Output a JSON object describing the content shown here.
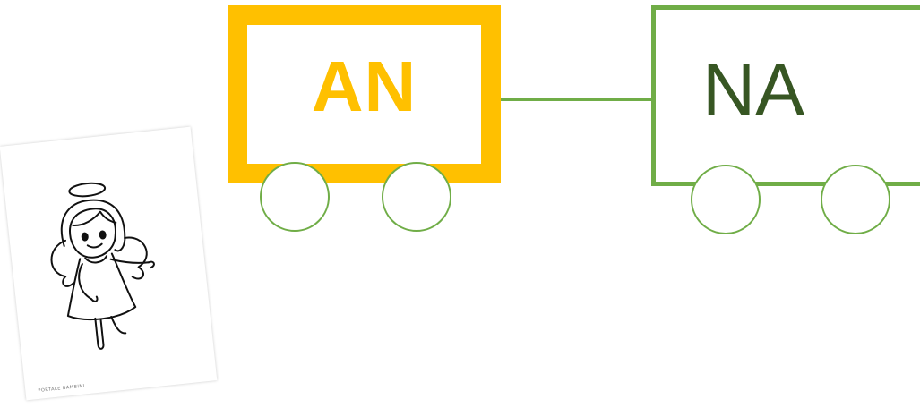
{
  "wagons": [
    {
      "syllable": "AN",
      "color": "#FFC000",
      "text_color": "#FFC000"
    },
    {
      "syllable": "NA",
      "color": "#70AD47",
      "text_color": "#375623"
    }
  ],
  "wheel_color": "#70AD47",
  "coupling_color": "#70AD47",
  "image": {
    "subject": "angel-coloring-page",
    "caption": "PORTALE BAMBINI"
  }
}
